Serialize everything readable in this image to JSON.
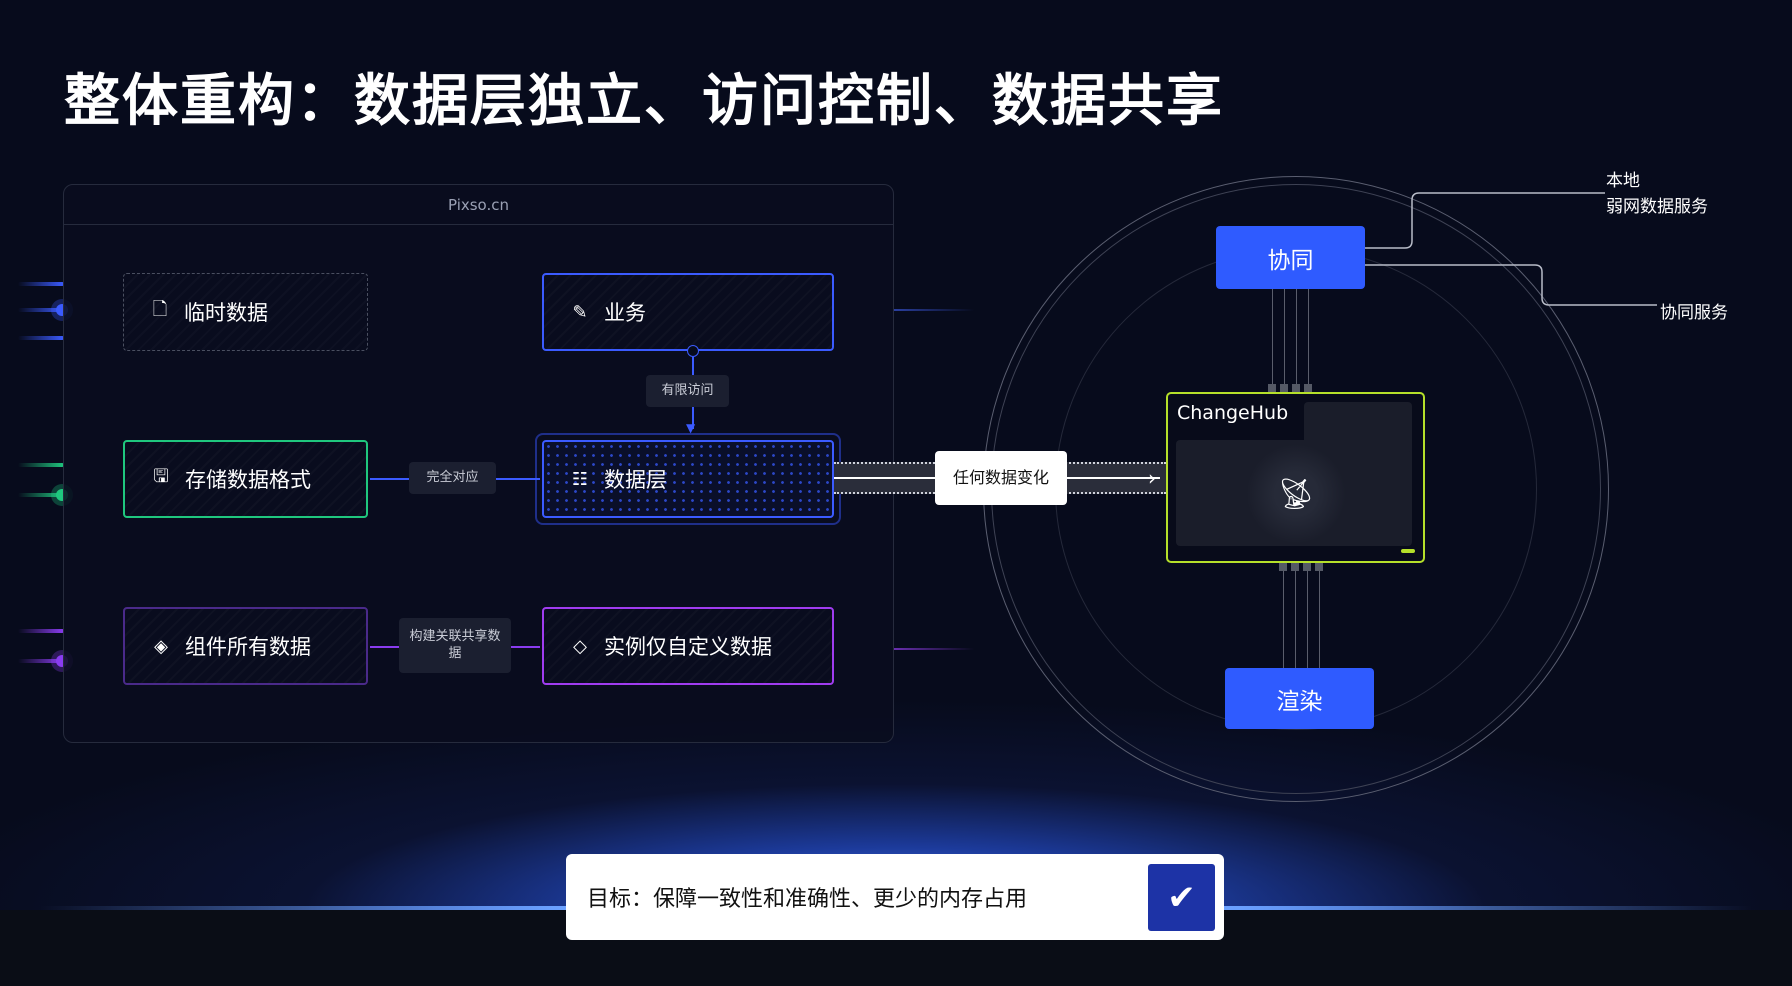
{
  "title": "整体重构：数据层独立、访问控制、数据共享",
  "panel": {
    "header": "Pixso.cn",
    "boxes": {
      "temp": "临时数据",
      "business": "业务",
      "storage": "存储数据格式",
      "data_layer": "数据层",
      "component": "组件所有数据",
      "instance": "实例仅自定义数据"
    },
    "labels": {
      "limited": "有限访问",
      "exact": "完全对应",
      "shared": "构建关联共享数据"
    }
  },
  "flow_label": "任何数据变化",
  "hub": {
    "title": "ChangeHub",
    "icon": "broadcast-tower-icon"
  },
  "collab": "协同",
  "render": "渲染",
  "annotations": {
    "local": "本地",
    "weak": "弱网数据服务",
    "collab_service": "协同服务"
  },
  "goal": {
    "text": "目标：保障一致性和准确性、更少的内存占用",
    "icon": "check-icon"
  },
  "colors": {
    "blue": "#3b5bff",
    "green": "#1fc77e",
    "purple": "#8a3cf0",
    "lime": "#b5e02a"
  }
}
